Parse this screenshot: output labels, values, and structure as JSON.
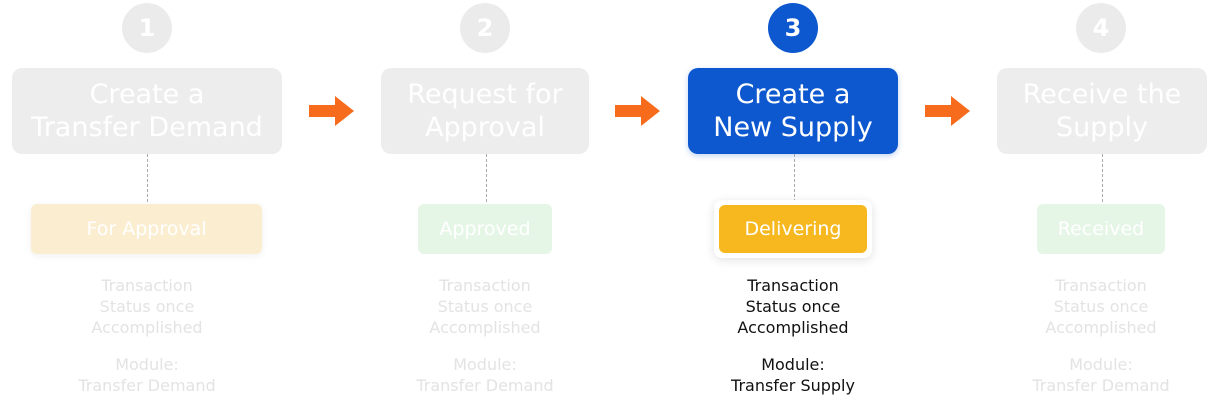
{
  "colors": {
    "active_blue": "#0d57cf",
    "inactive_gray": "#ededed",
    "arrow_orange": "#f76b1c",
    "badge_for_approval": "#fbeed0",
    "badge_approved": "#e5f6e6",
    "badge_delivering": "#f6b81e",
    "badge_received": "#e5f6e6"
  },
  "arrow_icon": "arrow-right-icon",
  "steps": [
    {
      "number": "1",
      "title": "Create a\nTransfer Demand",
      "status": "For Approval",
      "note": "Transaction\nStatus once\nAccomplished",
      "module": "Module:\nTransfer Demand",
      "active": false
    },
    {
      "number": "2",
      "title": "Request for\nApproval",
      "status": "Approved",
      "note": "Transaction\nStatus once\nAccomplished",
      "module": "Module:\nTransfer Demand",
      "active": false
    },
    {
      "number": "3",
      "title": "Create a\nNew Supply",
      "status": "Delivering",
      "note": "Transaction\nStatus once\nAccomplished",
      "module": "Module:\nTransfer Supply",
      "active": true
    },
    {
      "number": "4",
      "title": "Receive the\nSupply",
      "status": "Received",
      "note": "Transaction\nStatus once\nAccomplished",
      "module": "Module:\nTransfer Demand",
      "active": false
    }
  ]
}
